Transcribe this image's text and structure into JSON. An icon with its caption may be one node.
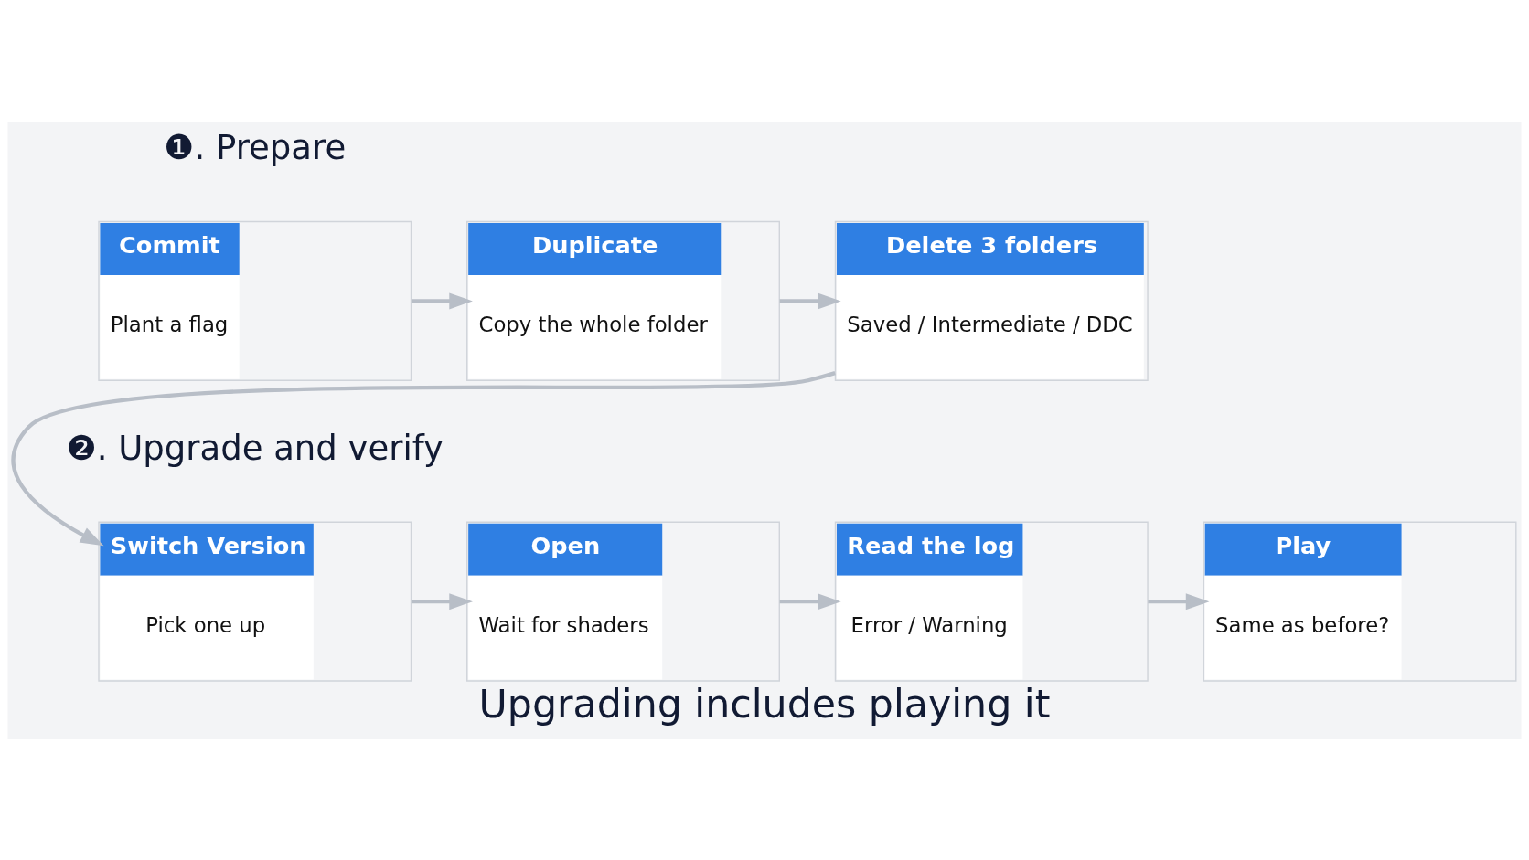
{
  "diagram": {
    "caption": "Upgrading includes playing it",
    "nodes": [
      {
        "text": [
          "Commit",
          "Plant a flag"
        ]
      },
      {
        "text": [
          "Duplicate",
          "Copy the whole folder"
        ]
      },
      {
        "text": [
          "Delete 3 folders",
          "Saved / Intermediate / DDC"
        ]
      },
      {
        "text": [
          "Switch Version",
          "Pick one up"
        ]
      },
      {
        "text": [
          "Open",
          "Wait for shaders"
        ]
      },
      {
        "text": [
          "Read the log",
          "Error / Warning"
        ]
      },
      {
        "text": [
          "Play",
          "Same as before?"
        ]
      }
    ],
    "edges": [
      {
        "from": 0,
        "to": 1,
        "arrow": "to"
      },
      {
        "from": 1,
        "to": 2,
        "arrow": "to"
      },
      {
        "from": 2,
        "to": 3,
        "arrow": "to"
      },
      {
        "from": 3,
        "to": 4,
        "arrow": "to"
      },
      {
        "from": 4,
        "to": 5,
        "arrow": "to"
      },
      {
        "from": 5,
        "to": 6,
        "arrow": "to"
      }
    ],
    "labels": [
      "❶. Prepare",
      "❷. Upgrade and verify"
    ]
  }
}
